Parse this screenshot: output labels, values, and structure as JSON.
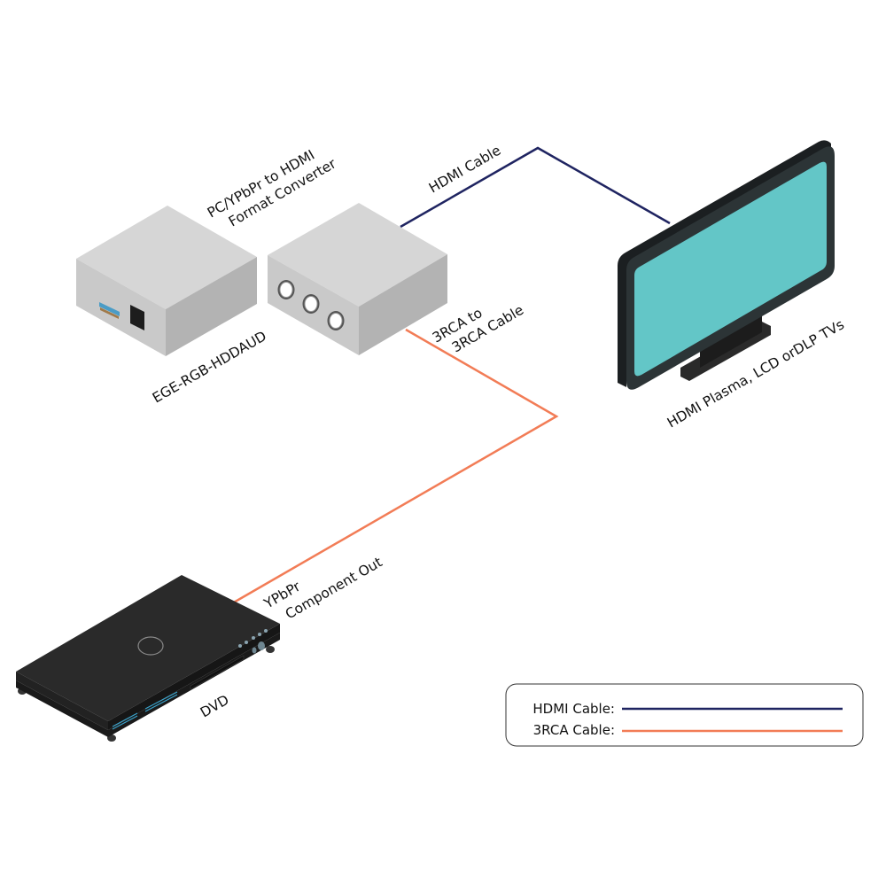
{
  "diagram": {
    "title_label": {
      "line1": "PC/YPbPr to HDMI",
      "line2": "Format Converter"
    },
    "model_label": "EGE-RGB-HDDAUD",
    "hdmi_cable_label": "HDMI Cable",
    "rca_cable_label": {
      "line1": "3RCA to",
      "line2": "3RCA Cable"
    },
    "tv_label": "HDMI Plasma, LCD orDLP TVs",
    "component_label": {
      "line1": "YPbPr",
      "line2": "Component Out"
    },
    "dvd_label": "DVD",
    "devices": [
      {
        "id": "converter-input-box",
        "icon": "converter-box-icon"
      },
      {
        "id": "converter-output-box",
        "icon": "converter-box-rca-icon"
      },
      {
        "id": "television",
        "icon": "tv-icon"
      },
      {
        "id": "dvd-player",
        "icon": "dvd-player-icon"
      }
    ],
    "connections": [
      {
        "from": "converter-output-box",
        "to": "television",
        "type": "HDMI Cable"
      },
      {
        "from": "dvd-player",
        "to": "converter-output-box",
        "type": "3RCA Cable"
      }
    ]
  },
  "legend": {
    "items": [
      {
        "label": "HDMI Cable:",
        "color": "#1f2461"
      },
      {
        "label": "3RCA Cable:",
        "color": "#f27c56"
      }
    ]
  },
  "colors": {
    "hdmi": "#1f2461",
    "rca": "#f27c56",
    "screen": "#63c6c7",
    "box_top": "#d6d6d6",
    "box_left": "#c9c9c9",
    "box_right": "#b3b3b3"
  }
}
